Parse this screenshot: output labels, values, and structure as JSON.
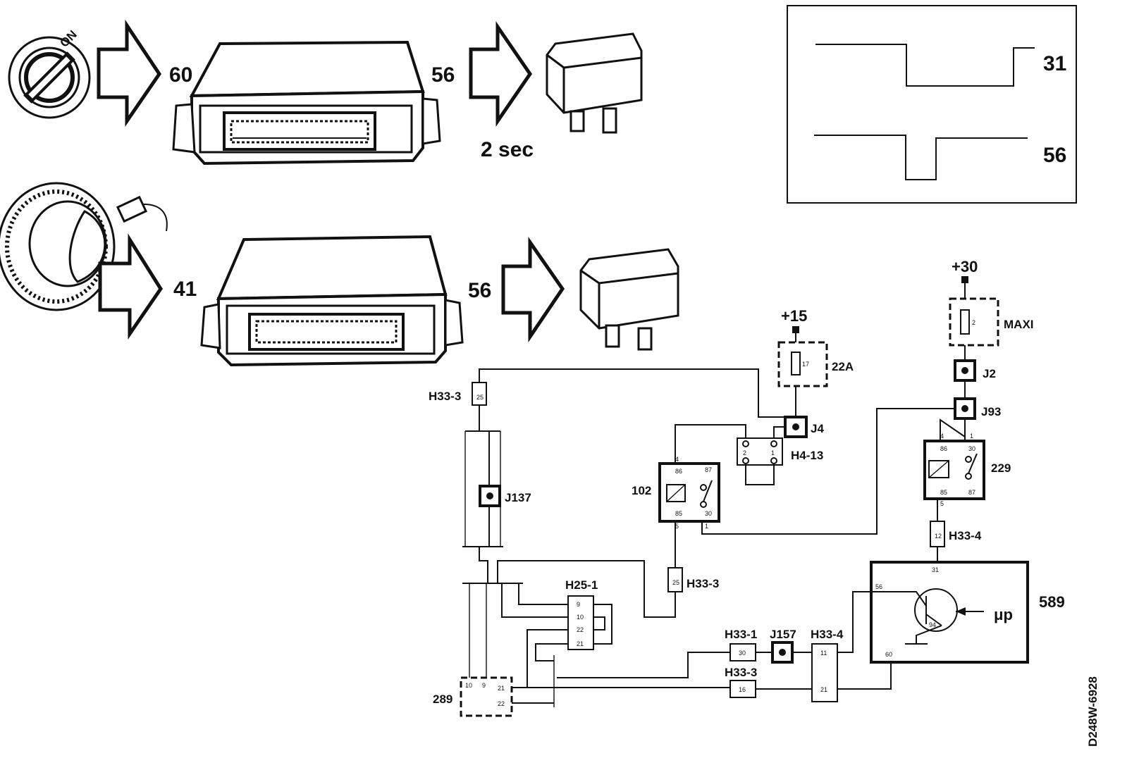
{
  "row1": {
    "input_label": "60",
    "ecu_output_label": "56",
    "timing_label": "2 sec",
    "switch_text": "ON"
  },
  "row2": {
    "input_label": "41",
    "ecu_output_label": "56"
  },
  "signal_chart": {
    "trace_top_label": "31",
    "trace_bottom_label": "56"
  },
  "supply": {
    "plus15": "+15",
    "plus30": "+30"
  },
  "fuses": {
    "f22a_label": "22A",
    "f22a_num": "17",
    "maxi_label": "MAXI",
    "maxi_num": "2"
  },
  "joints": {
    "j4": "J4",
    "j2": "J2",
    "j93": "J93",
    "j137": "J137",
    "j157": "J157"
  },
  "connectors": {
    "h33_3_top": "H33-3",
    "h33_3_top_pin": "25",
    "h4_13": "H4-13",
    "h4_13_pin_a": "2",
    "h4_13_pin_b": "1",
    "h33_4_top": "H33-4",
    "h33_4_top_pin": "12",
    "h33_3_mid": "H33-3",
    "h33_3_mid_pin": "25",
    "h25_1": "H25-1",
    "h25_1_pins": [
      "9",
      "10",
      "22",
      "21"
    ],
    "h33_1": "H33-1",
    "h33_1_pin": "30",
    "h33_4_bot": "H33-4",
    "h33_4_bot_pins": [
      "11",
      "21"
    ],
    "h33_3_bot": "H33-3",
    "h33_3_bot_pin": "16"
  },
  "relays": {
    "r102": {
      "label": "102",
      "pins": [
        "4",
        "86",
        "87",
        "85",
        "30",
        "5",
        "1"
      ]
    },
    "r229": {
      "label": "229",
      "pins": [
        "4",
        "1",
        "86",
        "30",
        "85",
        "87",
        "5"
      ]
    }
  },
  "ecu589": {
    "label": "589",
    "pin_top": "31",
    "pin_56": "56",
    "pin_60": "60",
    "transistor_pin": "94",
    "micro": "μp"
  },
  "unit289": {
    "label": "289",
    "pins": [
      "10",
      "9",
      "21",
      "22"
    ]
  },
  "ref_code": "D248W-6928"
}
